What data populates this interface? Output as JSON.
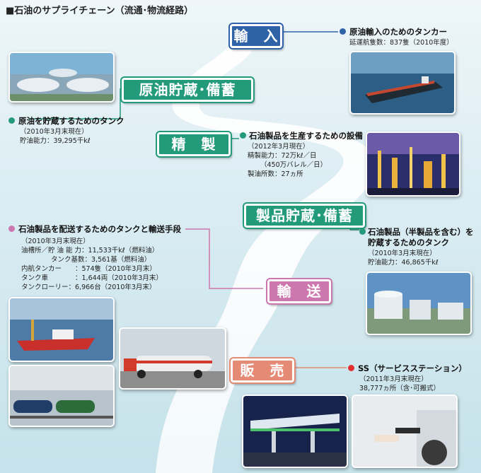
{
  "title": "■石油のサプライチェーン（流通･物流経路）",
  "stages": {
    "import": "輸　入",
    "crude_storage": "原油貯蔵･備蓄",
    "refining": "精　製",
    "product_storage": "製品貯蔵･備蓄",
    "transport": "輸　送",
    "sales": "販　売"
  },
  "import_info": {
    "heading": "原油輸入のためのタンカー",
    "line1": "延運航隻数：837隻（2010年度）"
  },
  "crude_info": {
    "heading": "原油を貯蔵するためのタンク",
    "line1": "（2010年3月末現在）",
    "line2": "貯油能力：39,295千kℓ"
  },
  "refining_info": {
    "heading": "石油製品を生産するための設備",
    "line1": "（2012年3月現在）",
    "line2": "精製能力：72万kℓ／日",
    "line3": "（450万バレル／日）",
    "line4": "製油所数：27ヵ所"
  },
  "product_info": {
    "heading1": "石油製品（半製品を含む）を",
    "heading2": "貯蔵するためのタンク",
    "line1": "（2010年3月末現在）",
    "line2": "貯油能力：46,865千kℓ"
  },
  "transport_info": {
    "heading": "石油製品を配送するためのタンクと輸送手段",
    "line1": "（2010年3月末現在）",
    "line2": "油槽所／貯 油 能 力：11,533千kℓ（燃料油）",
    "line3": "タンク基数：3,561基（燃料油）",
    "line4": "内航タンカー　　：574隻（2010年3月末）",
    "line5": "タンク車　　　　：1,644両（2010年3月末）",
    "line6": "タンクローリー：6,966台（2010年3月末）"
  },
  "sales_info": {
    "heading": "SS（サービスステーション）",
    "line1": "（2011年3月末現在）",
    "line2": "38,777ヵ所（含･可搬式）"
  },
  "colors": {
    "blue": "#2f63a8",
    "green": "#239a7a",
    "pink": "#cc77ad",
    "salmon": "#e58a74"
  }
}
